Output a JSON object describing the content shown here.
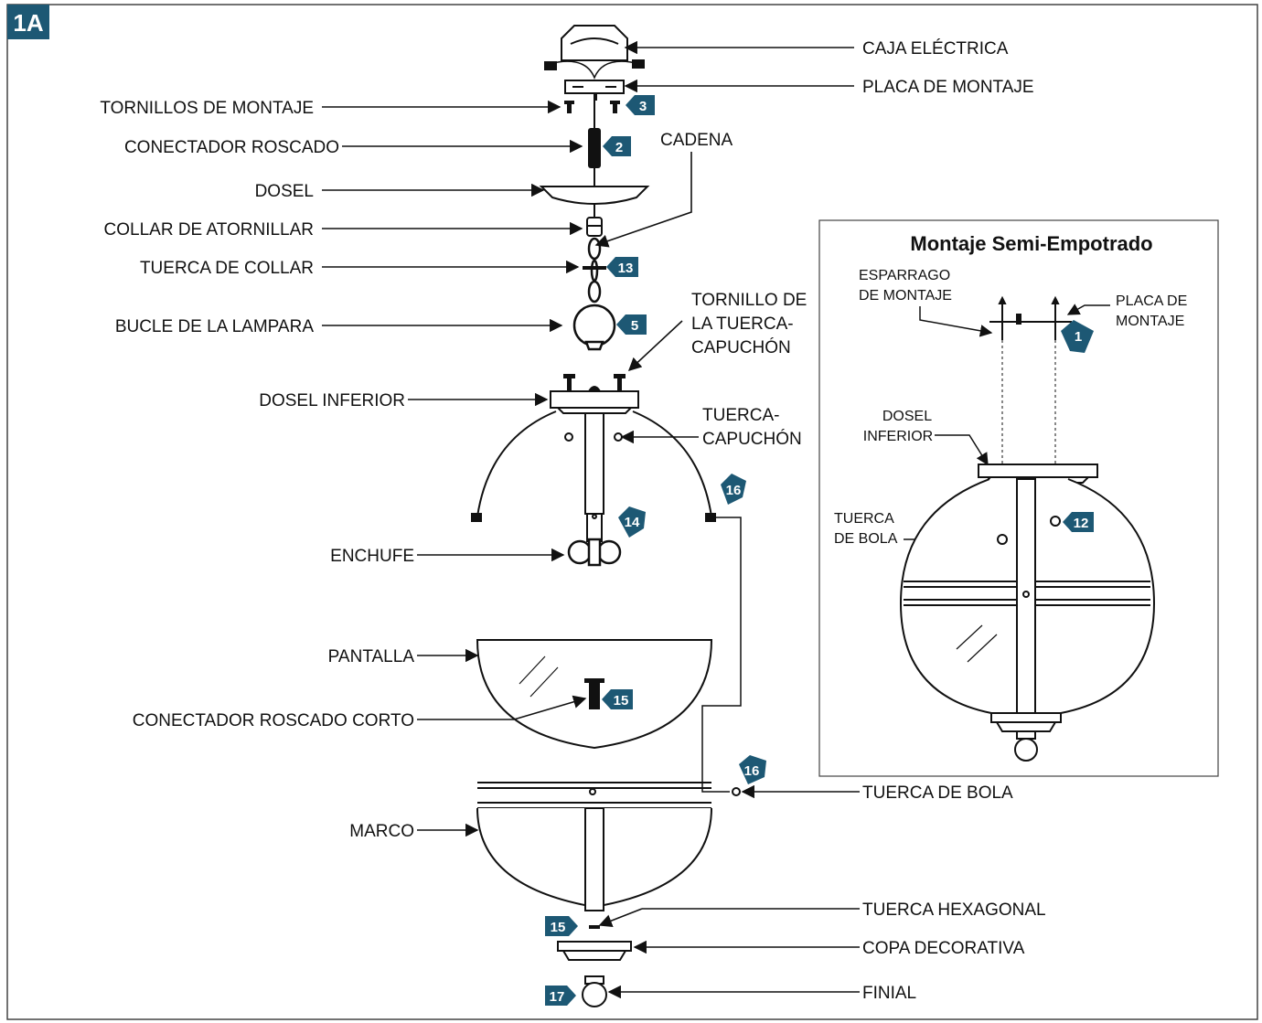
{
  "figure_id": "1A",
  "labels": {
    "caja_electrica": "CAJA ELÉCTRICA",
    "placa_de_montaje": "PLACA DE MONTAJE",
    "tornillos_de_montaje": "TORNILLOS DE MONTAJE",
    "conectador_roscado": "CONECTADOR ROSCADO",
    "cadena": "CADENA",
    "dosel": "DOSEL",
    "collar_de_atornillar": "COLLAR DE ATORNILLAR",
    "tuerca_de_collar": "TUERCA DE COLLAR",
    "bucle_de_la_lampara": "BUCLE DE LA LAMPARA",
    "tornillo_tuerca_1": "TORNILLO DE",
    "tornillo_tuerca_2": "LA TUERCA-",
    "tornillo_tuerca_3": "CAPUCHÓN",
    "dosel_inferior": "DOSEL INFERIOR",
    "tuerca_capuchon_1": "TUERCA-",
    "tuerca_capuchon_2": "CAPUCHÓN",
    "enchufe": "ENCHUFE",
    "pantalla": "PANTALLA",
    "conectador_roscado_corto": "CONECTADOR ROSCADO CORTO",
    "marco": "MARCO",
    "tuerca_de_bola": "TUERCA DE BOLA",
    "tuerca_hexagonal": "TUERCA HEXAGONAL",
    "copa_decorativa": "COPA DECORATIVA",
    "finial": "FINIAL"
  },
  "inset": {
    "title": "Montaje Semi-Empotrado",
    "esparrago_1": "ESPARRAGO",
    "esparrago_2": "DE MONTAJE",
    "placa_1": "PLACA DE",
    "placa_2": "MONTAJE",
    "dosel_inf_1": "DOSEL",
    "dosel_inf_2": "INFERIOR",
    "tuerca_bola_1": "TUERCA",
    "tuerca_bola_2": "DE BOLA"
  },
  "step_badges": {
    "s3": "3",
    "s2": "2",
    "s13": "13",
    "s5": "5",
    "s16a": "16",
    "s14": "14",
    "s15a": "15",
    "s16b": "16",
    "s15b": "15",
    "s17": "17",
    "inset_s1": "1",
    "inset_s12": "12"
  },
  "colors": {
    "badge": "#1d5874",
    "line": "#111111"
  }
}
